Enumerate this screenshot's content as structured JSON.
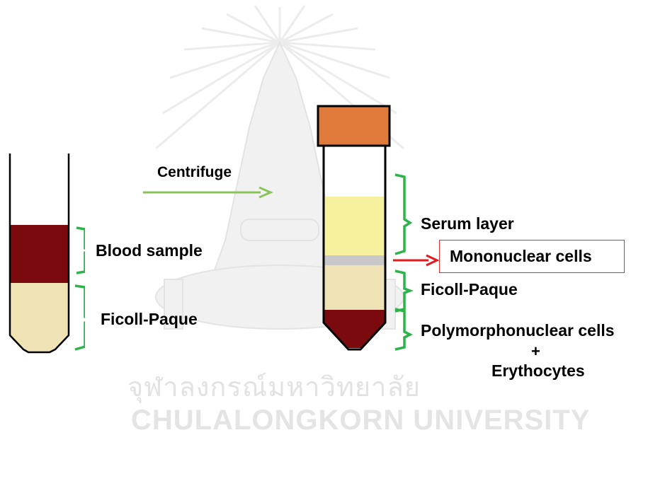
{
  "watermark": {
    "thai_text": "จุฬาลงกรณ์มหาวิทยาลัย",
    "english_text": "CHULALONGKORN UNIVERSITY"
  },
  "labels": {
    "blood_sample": "Blood sample",
    "ficoll_left": "Ficoll-Paque",
    "centrifuge": "Centrifuge",
    "serum_layer": "Serum layer",
    "mononuclear_cells": "Mononuclear cells",
    "ficoll_right": "Ficoll-Paque",
    "polymorphonuclear": "Polymorphonuclear cells",
    "plus": "+",
    "erythrocytes": "Erythocytes"
  },
  "colors": {
    "blood": "#7b0a0f",
    "ficoll": "#efe2b5",
    "serum": "#f6f19f",
    "mononuclear_band": "#c8c8c8",
    "cap": "#df7a3b",
    "bracket": "#2db34a",
    "centrifuge_arrow": "#8ac25a",
    "red_arrow": "#e3191c"
  }
}
